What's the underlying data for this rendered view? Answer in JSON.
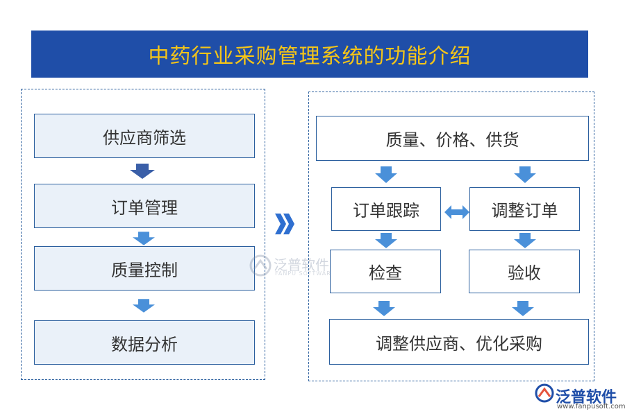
{
  "title": "中药行业采购管理系统的功能介绍",
  "left_flow": [
    "供应商筛选",
    "订单管理",
    "质量控制",
    "数据分析"
  ],
  "right_flow": {
    "top": "质量、价格、供货",
    "track": "订单跟踪",
    "adjust": "调整订单",
    "inspect": "检查",
    "accept": "验收",
    "bottom": "调整供应商、优化采购"
  },
  "watermark": {
    "name": "泛普软件",
    "sub": "FANPU SOFTWARE"
  },
  "logo": {
    "name": "泛普软件",
    "url": "www.fanpusoft.com"
  },
  "colors": {
    "title_bg": "#1f4ea8",
    "title_text": "#f5c518",
    "box_fill": "#eaf1f9",
    "border": "#2b5f9e",
    "arrow": "#4a90d9",
    "arrow_dark": "#3a5fa8"
  }
}
